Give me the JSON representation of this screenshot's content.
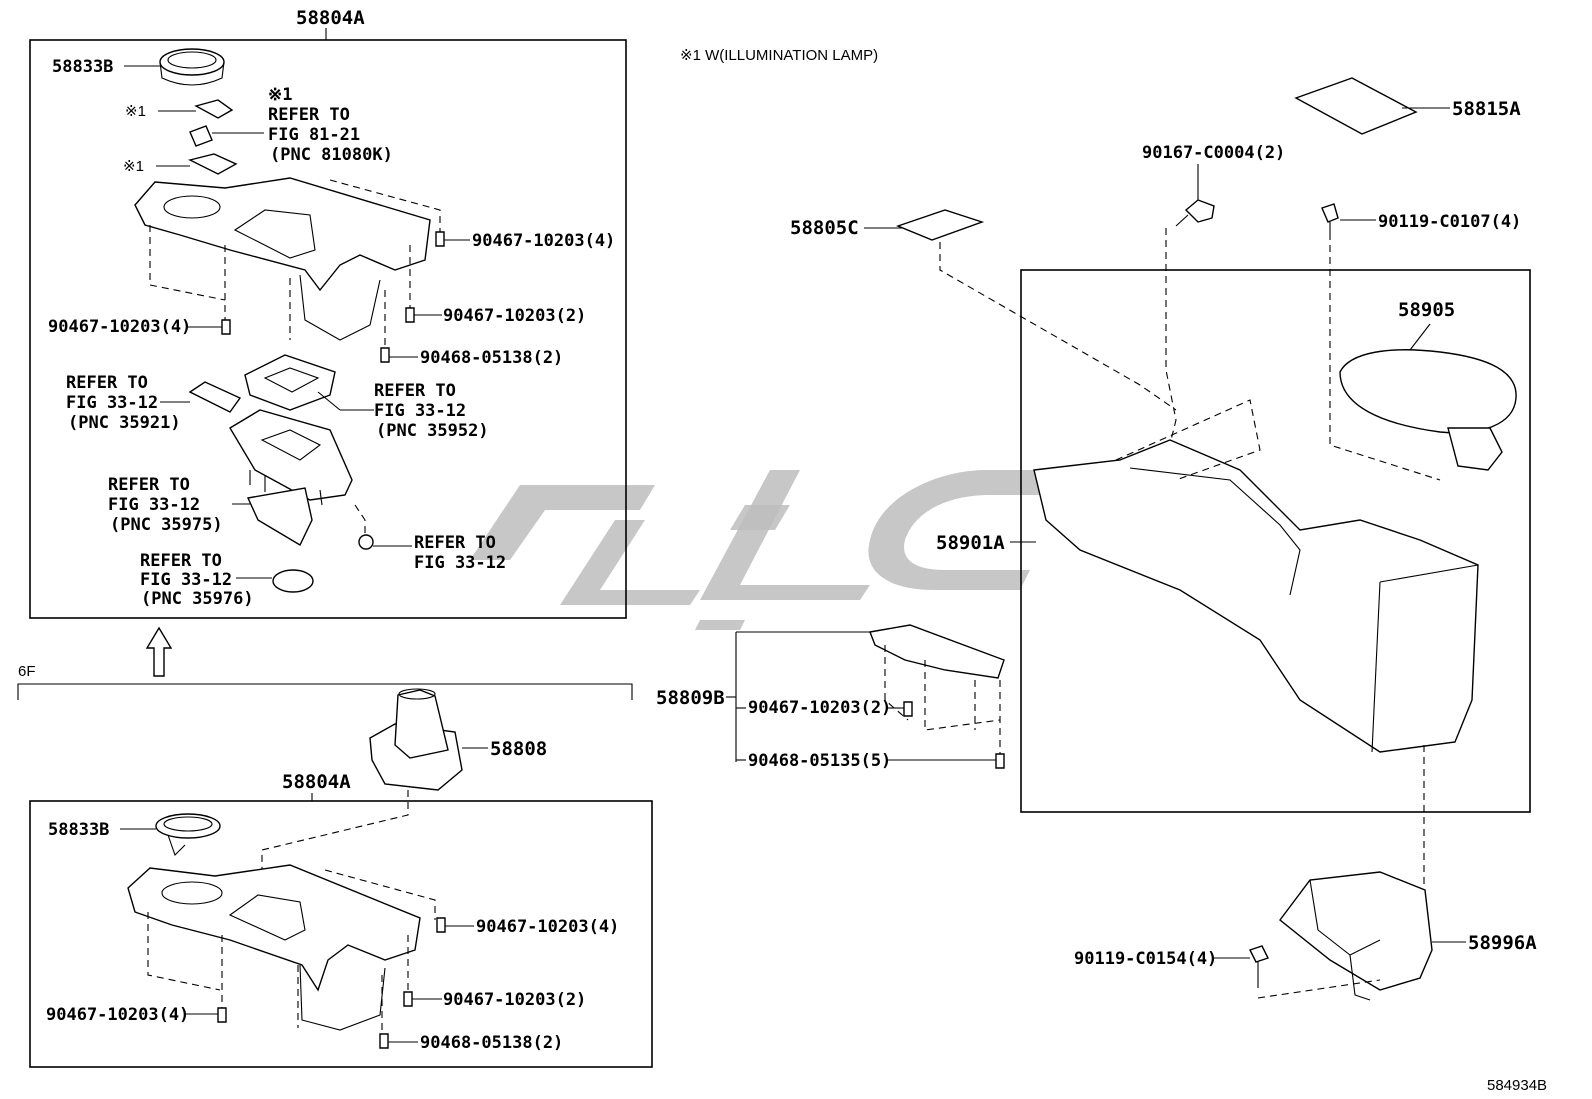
{
  "note": "※1 W(ILLUMINATION LAMP)",
  "figure_id": "584934B",
  "section_6f": "6F",
  "upper_assembly": {
    "title": "58804A",
    "ring": "58833B",
    "lamp_mark_1": "※1",
    "lamp_mark_2": "※1",
    "refer_81": [
      "※1",
      "REFER TO",
      "FIG 81-21",
      "(PNC 81080K)"
    ],
    "clip_right_1": "90467-10203(4)",
    "clip_right_2": "90467-10203(2)",
    "clip_left": "90467-10203(4)",
    "clip_bottom": "90468-05138(2)",
    "refer_35921": [
      "REFER TO",
      "FIG 33-12",
      "(PNC 35921)"
    ],
    "refer_35952": [
      "REFER TO",
      "FIG 33-12",
      "(PNC 35952)"
    ],
    "refer_35975": [
      "REFER TO",
      "FIG 33-12",
      "(PNC 35975)"
    ],
    "refer_screw": [
      "REFER TO",
      "FIG 33-12"
    ],
    "refer_35976": [
      "REFER TO",
      "FIG 33-12",
      "(PNC 35976)"
    ]
  },
  "lower_assembly": {
    "boot": "58808",
    "title": "58804A",
    "ring": "58833B",
    "clip_right_1": "90467-10203(4)",
    "clip_right_2": "90467-10203(2)",
    "clip_left": "90467-10203(4)",
    "clip_bottom": "90468-05138(2)"
  },
  "right_side": {
    "mat": "58815A",
    "screw_top": "90167-C0004(2)",
    "bolt_top": "90119-C0107(4)",
    "lid": "58805C",
    "armrest": "58905",
    "console_box": "58901A",
    "panel": "58809B",
    "panel_clip_1": "90467-10203(2)",
    "panel_clip_2": "90468-05135(5)",
    "bracket": "58996A",
    "bracket_bolt": "90119-C0154(4)"
  }
}
